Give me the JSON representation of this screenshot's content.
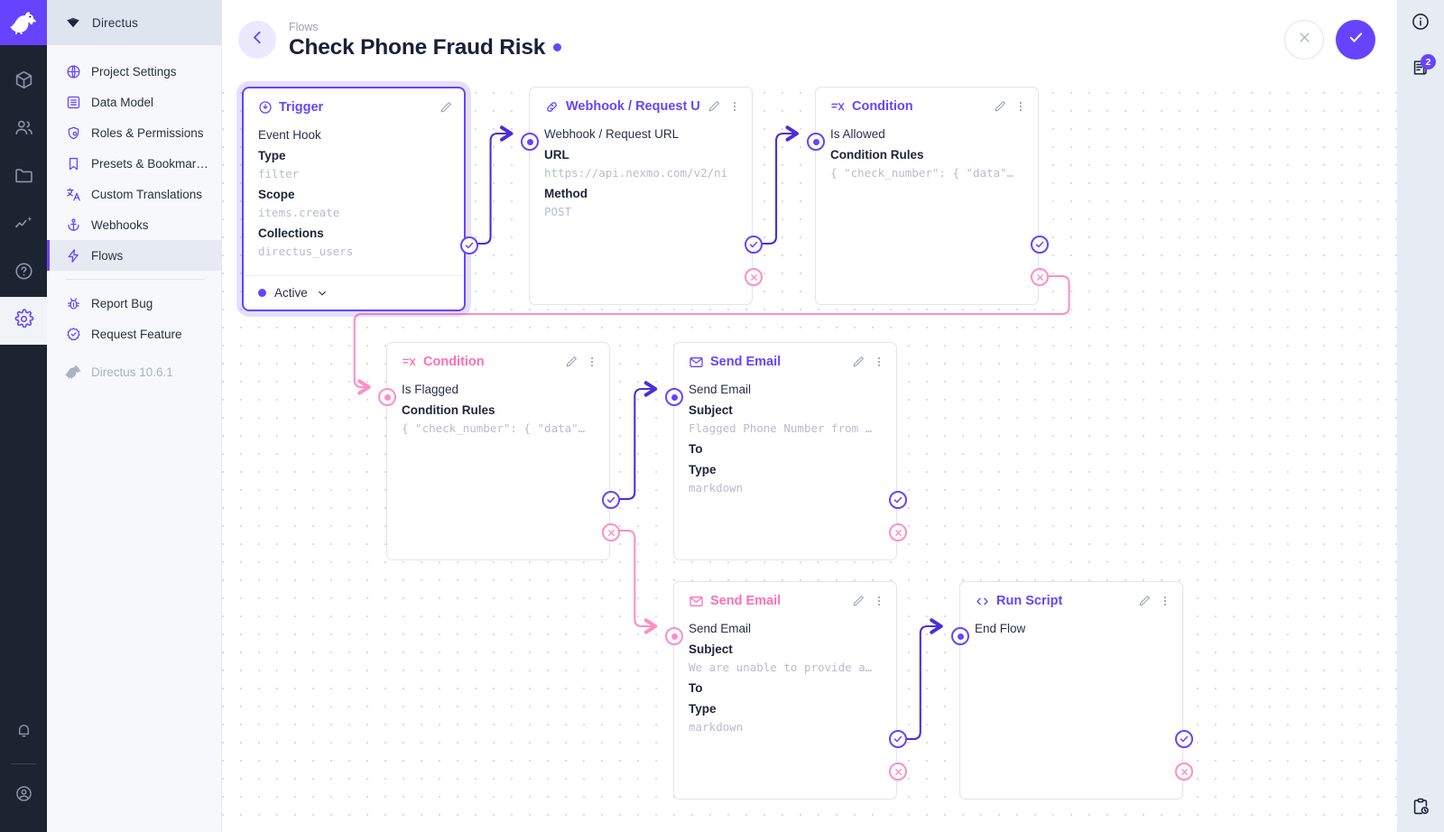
{
  "app": {
    "name": "Directus",
    "version_label": "Directus 10.6.1"
  },
  "rail": {
    "logo_icon": "directus-rabbit-logo",
    "items": [
      {
        "icon": "box-icon",
        "name": "content"
      },
      {
        "icon": "users-icon",
        "name": "user-directory"
      },
      {
        "icon": "folder-icon",
        "name": "file-library"
      },
      {
        "icon": "insights-icon",
        "name": "insights"
      },
      {
        "icon": "help-circle-icon",
        "name": "help"
      },
      {
        "icon": "gear-icon",
        "name": "settings",
        "active": true
      }
    ],
    "bottom": [
      {
        "icon": "bell-icon",
        "name": "notifications"
      },
      {
        "icon": "account-circle-icon",
        "name": "account"
      }
    ]
  },
  "sidebar": {
    "header_title": "Directus",
    "header_icon": "directus-diamond-icon",
    "items": [
      {
        "label": "Project Settings",
        "icon": "globe-icon",
        "selected": false
      },
      {
        "label": "Data Model",
        "icon": "list-box-icon",
        "selected": false
      },
      {
        "label": "Roles & Permissions",
        "icon": "shield-account-icon",
        "selected": false
      },
      {
        "label": "Presets & Bookmar…",
        "icon": "bookmark-icon",
        "selected": false
      },
      {
        "label": "Custom Translations",
        "icon": "translate-icon",
        "selected": false
      },
      {
        "label": "Webhooks",
        "icon": "anchor-icon",
        "selected": false
      },
      {
        "label": "Flows",
        "icon": "bolt-icon",
        "selected": true
      }
    ],
    "footer_items": [
      {
        "label": "Report Bug",
        "icon": "bug-icon"
      },
      {
        "label": "Request Feature",
        "icon": "check-decagram-icon"
      }
    ],
    "version_icon": "rabbit-icon"
  },
  "header": {
    "breadcrumb": "Flows",
    "title": "Check Phone Fraud Risk",
    "status_dot_color": "#6644ff",
    "back_icon": "arrow-left-icon",
    "cancel_icon": "close-icon",
    "save_icon": "check-icon"
  },
  "rightbar": {
    "info_icon": "info-circle-icon",
    "logs_icon": "script-text-icon",
    "logs_badge": "2",
    "clipboard_icon": "clipboard-clock-icon"
  },
  "flow": {
    "colors": {
      "accent": "#6644ff",
      "reject": "#ff8ec5",
      "node_border": "#e0e4ec",
      "muted_value": "#b6bdcc"
    },
    "nodes": [
      {
        "id": "trigger",
        "kind": "trigger",
        "head_title": "Trigger",
        "head_icon": "trigger-circle-icon",
        "color": "#6644ff",
        "name": "Event Hook",
        "fields": [
          {
            "label": "Type",
            "value": "filter"
          },
          {
            "label": "Scope",
            "value": "items.create"
          },
          {
            "label": "Collections",
            "value": "directus_users"
          }
        ],
        "footer": {
          "status": "Active",
          "chevron": "chevron-down-icon"
        },
        "has_menu": false
      },
      {
        "id": "webhook",
        "kind": "operation",
        "head_title": "Webhook / Request U",
        "head_icon": "link-icon",
        "color": "#6644ff",
        "name": "Webhook / Request URL",
        "fields": [
          {
            "label": "URL",
            "value": "https://api.nexmo.com/v2/ni"
          },
          {
            "label": "Method",
            "value": "POST"
          }
        ],
        "has_menu": true
      },
      {
        "id": "cond-allowed",
        "kind": "operation",
        "head_title": "Condition",
        "head_icon": "condition-icon",
        "color": "#6644ff",
        "name": "Is Allowed",
        "fields": [
          {
            "label": "Condition Rules",
            "value": "{ \"check_number\": { \"data\"…"
          }
        ],
        "has_menu": true
      },
      {
        "id": "cond-flagged",
        "kind": "operation",
        "head_title": "Condition",
        "head_icon": "condition-icon",
        "color": "#ff6fb5",
        "name": "Is Flagged",
        "fields": [
          {
            "label": "Condition Rules",
            "value": "{ \"check_number\": { \"data\"…"
          }
        ],
        "has_menu": true
      },
      {
        "id": "email-flagged",
        "kind": "operation",
        "head_title": "Send Email",
        "head_icon": "mail-icon",
        "color": "#6644ff",
        "name": "Send Email",
        "fields": [
          {
            "label": "Subject",
            "value": "Flagged Phone Number from …"
          },
          {
            "label": "To",
            "value": ""
          },
          {
            "label": "Type",
            "value": "markdown"
          }
        ],
        "has_menu": true
      },
      {
        "id": "email-unable",
        "kind": "operation",
        "head_title": "Send Email",
        "head_icon": "mail-icon",
        "color": "#ff6fb5",
        "name": "Send Email",
        "fields": [
          {
            "label": "Subject",
            "value": "We are unable to provide a…"
          },
          {
            "label": "To",
            "value": ""
          },
          {
            "label": "Type",
            "value": "markdown"
          }
        ],
        "has_menu": true
      },
      {
        "id": "run-script",
        "kind": "operation",
        "head_title": "Run Script",
        "head_icon": "code-brackets-icon",
        "color": "#6644ff",
        "name": "End Flow",
        "fields": [],
        "has_menu": true
      }
    ]
  }
}
